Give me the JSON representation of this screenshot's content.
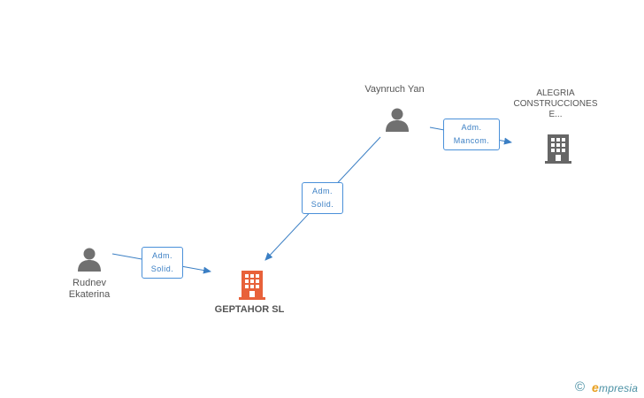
{
  "nodes": {
    "vaynruch": {
      "name": "Vaynruch Yan",
      "type": "person"
    },
    "rudnev": {
      "line1": "Rudnev",
      "line2": "Ekaterina",
      "type": "person"
    },
    "geptahor": {
      "name": "GEPTAHOR SL",
      "type": "company",
      "color": "#e8613a"
    },
    "alegria": {
      "line1": "ALEGRIA",
      "line2": "CONSTRUCCIONES",
      "line3": "E...",
      "type": "company",
      "color": "#666666"
    }
  },
  "edges": [
    {
      "from": "vaynruch",
      "to": "alegria",
      "line1": "Adm.",
      "line2": "Mancom."
    },
    {
      "from": "vaynruch",
      "to": "geptahor",
      "line1": "Adm.",
      "line2": "Solid."
    },
    {
      "from": "rudnev",
      "to": "geptahor",
      "line1": "Adm.",
      "line2": "Solid."
    }
  ],
  "colors": {
    "edge": "#3b7fc4",
    "person_icon": "#707070"
  },
  "footer": {
    "copyright_symbol": "©",
    "brand_initial": "e",
    "brand_rest": "mpresia"
  }
}
